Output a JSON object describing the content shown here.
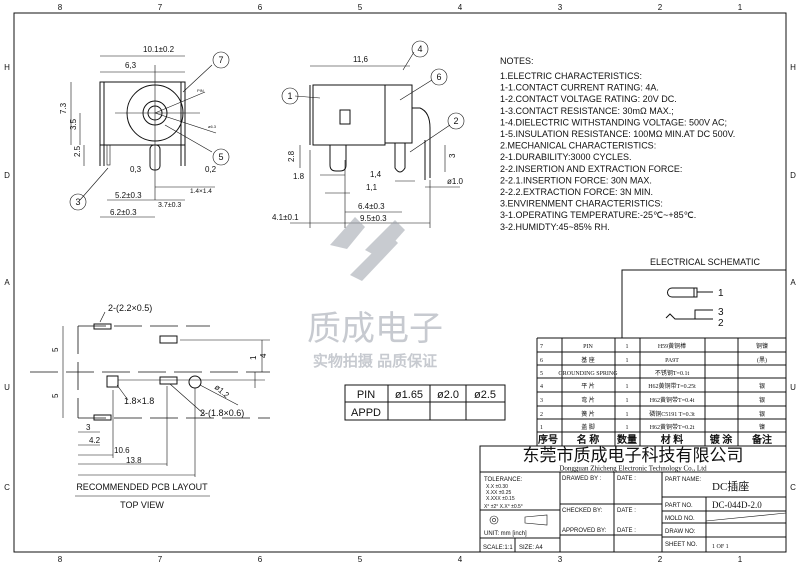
{
  "frame": {
    "top_numbers": [
      "8",
      "7",
      "6",
      "5",
      "4",
      "3",
      "2",
      "1"
    ],
    "bottom_numbers": [
      "8",
      "7",
      "6",
      "5",
      "4",
      "3",
      "2",
      "1"
    ],
    "left_letters": [
      "H",
      "D",
      "A",
      "U",
      "C"
    ],
    "right_letters": [
      "H",
      "D",
      "A",
      "U",
      "C"
    ]
  },
  "front_view": {
    "dims": {
      "w_total": "10.1±0.2",
      "w_63": "6,3",
      "h_73": "7.3",
      "h_35": "3.5",
      "h_25": "2.5",
      "d_03": "0,3",
      "d_02": "0,2",
      "d_14x14": "1.4×1.4",
      "d_52": "5.2±0.3",
      "d_37": "3.7±0.3",
      "d_62": "6.2±0.3",
      "pin_label": "PIN",
      "d_label": "ø6.3"
    },
    "balloons": [
      "7",
      "5",
      "3"
    ]
  },
  "side_view": {
    "dims": {
      "w_116": "11,6",
      "h_28": "2.8",
      "d_18": "1.8",
      "d_14": "1,4",
      "d_11": "1,1",
      "h_3": "3",
      "d_phi10": "ø1.0",
      "d_64": "6.4±0.3",
      "d_95": "9.5±0.3",
      "d_41": "4.1±0.1"
    },
    "balloons": [
      "4",
      "6",
      "1",
      "2"
    ]
  },
  "pcb_layout": {
    "dims": {
      "pad_top": "2-(2.2×0.5)",
      "h5a": "5",
      "h5b": "5",
      "d1": "1",
      "d4": "4",
      "sq": "1.8×1.8",
      "hole": "ø1.2",
      "pad_mid": "2-(1.8×0.6)",
      "x3": "3",
      "x42": "4.2",
      "x106": "10.6",
      "x138": "13.8"
    },
    "title": "RECOMMENDED PCB LAYOUT",
    "subtitle": "TOP VIEW"
  },
  "notes": {
    "title": "NOTES:",
    "lines": [
      "1.ELECTRIC  CHARACTERISTICS:",
      "  1-1.CONTACT  CURRENT  RATING:  4A.",
      "  1-2.CONTACT  VOLTAGE  RATING:  20V  DC.",
      "  1-3.CONTACT  RESISTANCE:  30mΩ  MAX.;",
      "  1-4.DIELECTRIC  WITHSTANDING  VOLTAGE:  500V  AC;",
      "  1-5.INSULATION  RESISTANCE:  100MΩ  MIN.AT  DC  500V.",
      "2.MECHANICAL  CHARACTERISTICS:",
      "  2-1.DURABILITY:3000  CYCLES.",
      "  2-2.INSERTION  AND  EXTRACTION  FORCE:",
      "  2-2.1.INSERTION  FORCE:  30N  MAX.",
      "  2-2.2.EXTRACTION  FORCE:  3N  MIN.",
      "3.ENVIRENMENT  CHARACTERISTICS:",
      "  3-1.OPERATING  TEMPERATURE:-25℃~+85℃.",
      "  3-2.HUMIDTY:45~85%  RH."
    ]
  },
  "schematic": {
    "title": "ELECTRICAL  SCHEMATIC",
    "pins": [
      "1",
      "3",
      "2"
    ]
  },
  "pin_table": {
    "row1": [
      "PIN",
      "ø1.65",
      "ø2.0",
      "ø2.5"
    ],
    "row2": [
      "APPD",
      "",
      "",
      ""
    ]
  },
  "watermark": {
    "line1": "质成电子",
    "line2": "实物拍摄 品质保证"
  },
  "parts_table": {
    "rows": [
      [
        "7",
        "PIN",
        "1",
        "H59黄铜棒",
        "",
        "铜镍"
      ],
      [
        "6",
        "基  座",
        "1",
        "PA9T",
        "",
        "(黑)"
      ],
      [
        "5",
        "GROUNDING  SPRING",
        "",
        "不锈钢T=0.1t",
        "",
        ""
      ],
      [
        "4",
        "平  片",
        "1",
        "H62黄铜带T=0.25t",
        "",
        "银"
      ],
      [
        "3",
        "弯  片",
        "1",
        "H62黄铜带T=0.4t",
        "",
        "银"
      ],
      [
        "2",
        "簧  片",
        "1",
        "磷铜C5191 T=0.3t",
        "",
        "银"
      ],
      [
        "1",
        "盖  脚",
        "1",
        "H62黄铜带T=0.2t",
        "",
        "镍"
      ]
    ],
    "header": [
      "序号",
      "名   称",
      "数量",
      "材   料",
      "镀   涂",
      "备注"
    ]
  },
  "title_block": {
    "company_cn": "东莞市质成电子科技有限公司",
    "company_en": "Dongguan Zhicheng Electronic Technology Co., Ltd",
    "tolerance_title": "TOLERANCE:",
    "tol1": "X.X    ±0.30",
    "tol2": "X.XX   ±0.25",
    "tol3": "X.XXX  ±0.15",
    "tol4": "X°  ±2°      X.X°  ±0.5°",
    "unit": "UNIT:  mm  [inch]",
    "scale": "SCALE:1:1",
    "size": "SIZE:  A4",
    "drawed_by": "DRAWED  BY :",
    "checked_by": "CHECKED  BY:",
    "approved_by": "APPROVED  BY:",
    "date1": "DATE :",
    "date2": "DATE :",
    "date3": "DATE :",
    "part_name_label": "PART  NAME:",
    "part_name": "DC插座",
    "part_no_label": "PART  NO.",
    "part_no": "DC-044D-2.0",
    "mold_no_label": "MOLD  NO.",
    "draw_no_label": "DRAW  NO:",
    "sheet_no_label": "SHEET  NO.",
    "sheet_no": "1 OF 1"
  }
}
